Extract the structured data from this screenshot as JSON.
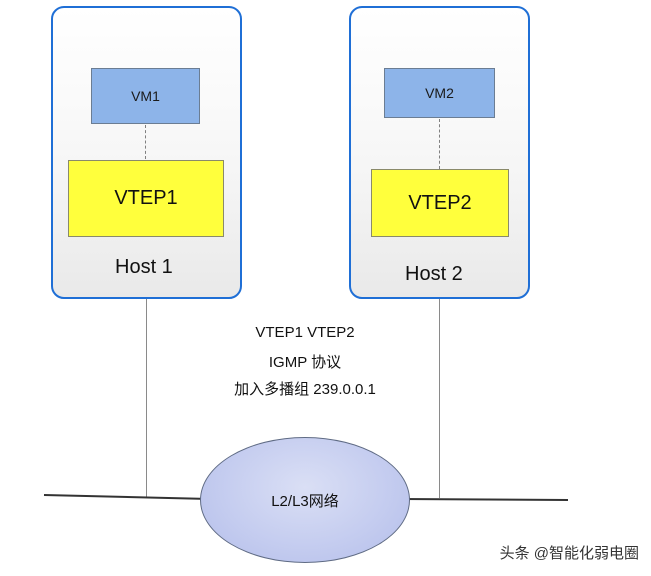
{
  "hosts": [
    {
      "vm": "VM1",
      "vtep": "VTEP1",
      "label": "Host 1"
    },
    {
      "vm": "VM2",
      "vtep": "VTEP2",
      "label": "Host 2"
    }
  ],
  "note": {
    "line1": "VTEP1  VTEP2",
    "line2": "IGMP 协议",
    "line3": "加入多播组 239.0.0.1"
  },
  "network": {
    "label": "L2/L3网络"
  },
  "watermark": "头条 @智能化弱电圈",
  "colors": {
    "host_border": "#1f6fd6",
    "vm_fill": "#8db4e9",
    "vtep_fill": "#ffff3c",
    "cloud_fill": "#c3cbef"
  }
}
